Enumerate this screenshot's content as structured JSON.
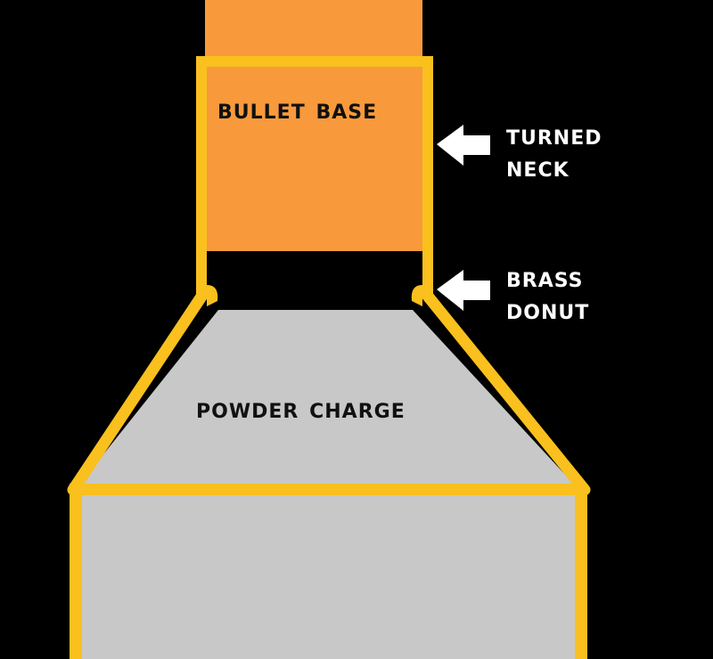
{
  "labels": {
    "bullet_base": "Bullet Base",
    "powder_charge": "Powder Charge",
    "turned_neck": [
      "Turned",
      "Neck"
    ],
    "brass_donut": [
      "Brass",
      "Donut"
    ]
  },
  "colors": {
    "background": "#000000",
    "bullet": "#f89a3c",
    "powder": "#c8c8c8",
    "case_outline": "#f9c01e",
    "arrow": "#ffffff",
    "dark_text": "#111111",
    "light_text": "#ffffff"
  }
}
